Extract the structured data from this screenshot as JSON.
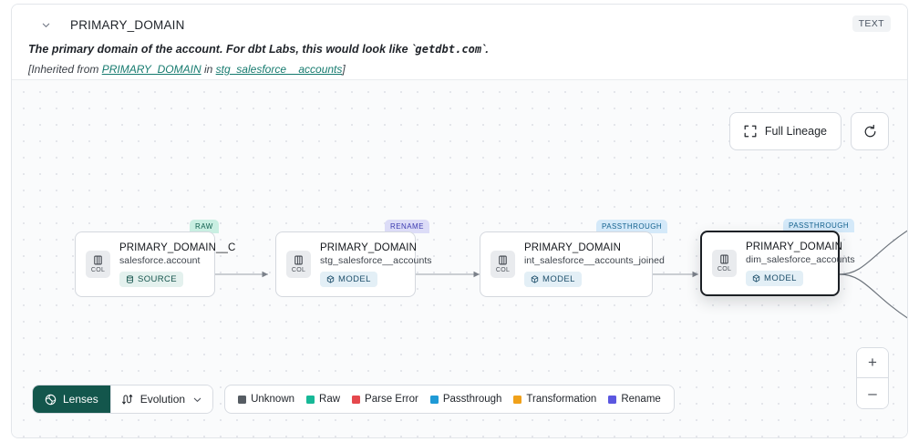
{
  "header": {
    "chevron_icon": "chevron-down-icon",
    "title": "PRIMARY_DOMAIN",
    "type_badge": "TEXT",
    "description_prefix": "The primary domain of the account. For dbt Labs, this would look like `",
    "description_code": "getdbt.com",
    "description_suffix": "`.",
    "inherited_prefix": "[Inherited from ",
    "inherited_link_1": "PRIMARY_DOMAIN",
    "inherited_middle": " in ",
    "inherited_link_2": "stg_salesforce__accounts",
    "inherited_suffix": "]"
  },
  "canvas": {
    "full_lineage_label": "Full Lineage",
    "full_lineage_icon": "expand-corners-icon",
    "refresh_icon": "refresh-icon",
    "zoom_in_label": "+",
    "zoom_out_label": "–"
  },
  "nodes": [
    {
      "kind_tag": "RAW",
      "kind_class": "kind-raw",
      "col_label": "COL",
      "title": "PRIMARY_DOMAIN__C",
      "subtitle": "salesforce.account",
      "chip_label": "SOURCE",
      "chip_icon": "database-icon",
      "chip_class": "chip",
      "selected": false
    },
    {
      "kind_tag": "RENAME",
      "kind_class": "kind-rename",
      "col_label": "COL",
      "title": "PRIMARY_DOMAIN",
      "subtitle": "stg_salesforce__accounts",
      "chip_label": "MODEL",
      "chip_icon": "cube-icon",
      "chip_class": "chip model",
      "selected": false
    },
    {
      "kind_tag": "PASSTHROUGH",
      "kind_class": "kind-passthrough",
      "col_label": "COL",
      "title": "PRIMARY_DOMAIN",
      "subtitle": "int_salesforce__accounts_joined",
      "chip_label": "MODEL",
      "chip_icon": "cube-icon",
      "chip_class": "chip model",
      "selected": false
    },
    {
      "kind_tag": "PASSTHROUGH",
      "kind_class": "kind-passthrough",
      "col_label": "COL",
      "title": "PRIMARY_DOMAIN",
      "subtitle": "dim_salesforce_accounts",
      "chip_label": "MODEL",
      "chip_icon": "cube-icon",
      "chip_class": "chip model",
      "selected": true
    }
  ],
  "toolbar": {
    "lenses_label": "Lenses",
    "lenses_icon": "lens-icon",
    "evolution_label": "Evolution",
    "evolution_icon": "evolution-icon",
    "evolution_caret_icon": "chevron-down-icon"
  },
  "legend": {
    "items": [
      {
        "label": "Unknown",
        "color": "#565c63"
      },
      {
        "label": "Raw",
        "color": "#17b897"
      },
      {
        "label": "Parse Error",
        "color": "#e5484d"
      },
      {
        "label": "Passthrough",
        "color": "#1f9ad6"
      },
      {
        "label": "Transformation",
        "color": "#f0a11a"
      },
      {
        "label": "Rename",
        "color": "#5b57e0"
      }
    ]
  }
}
